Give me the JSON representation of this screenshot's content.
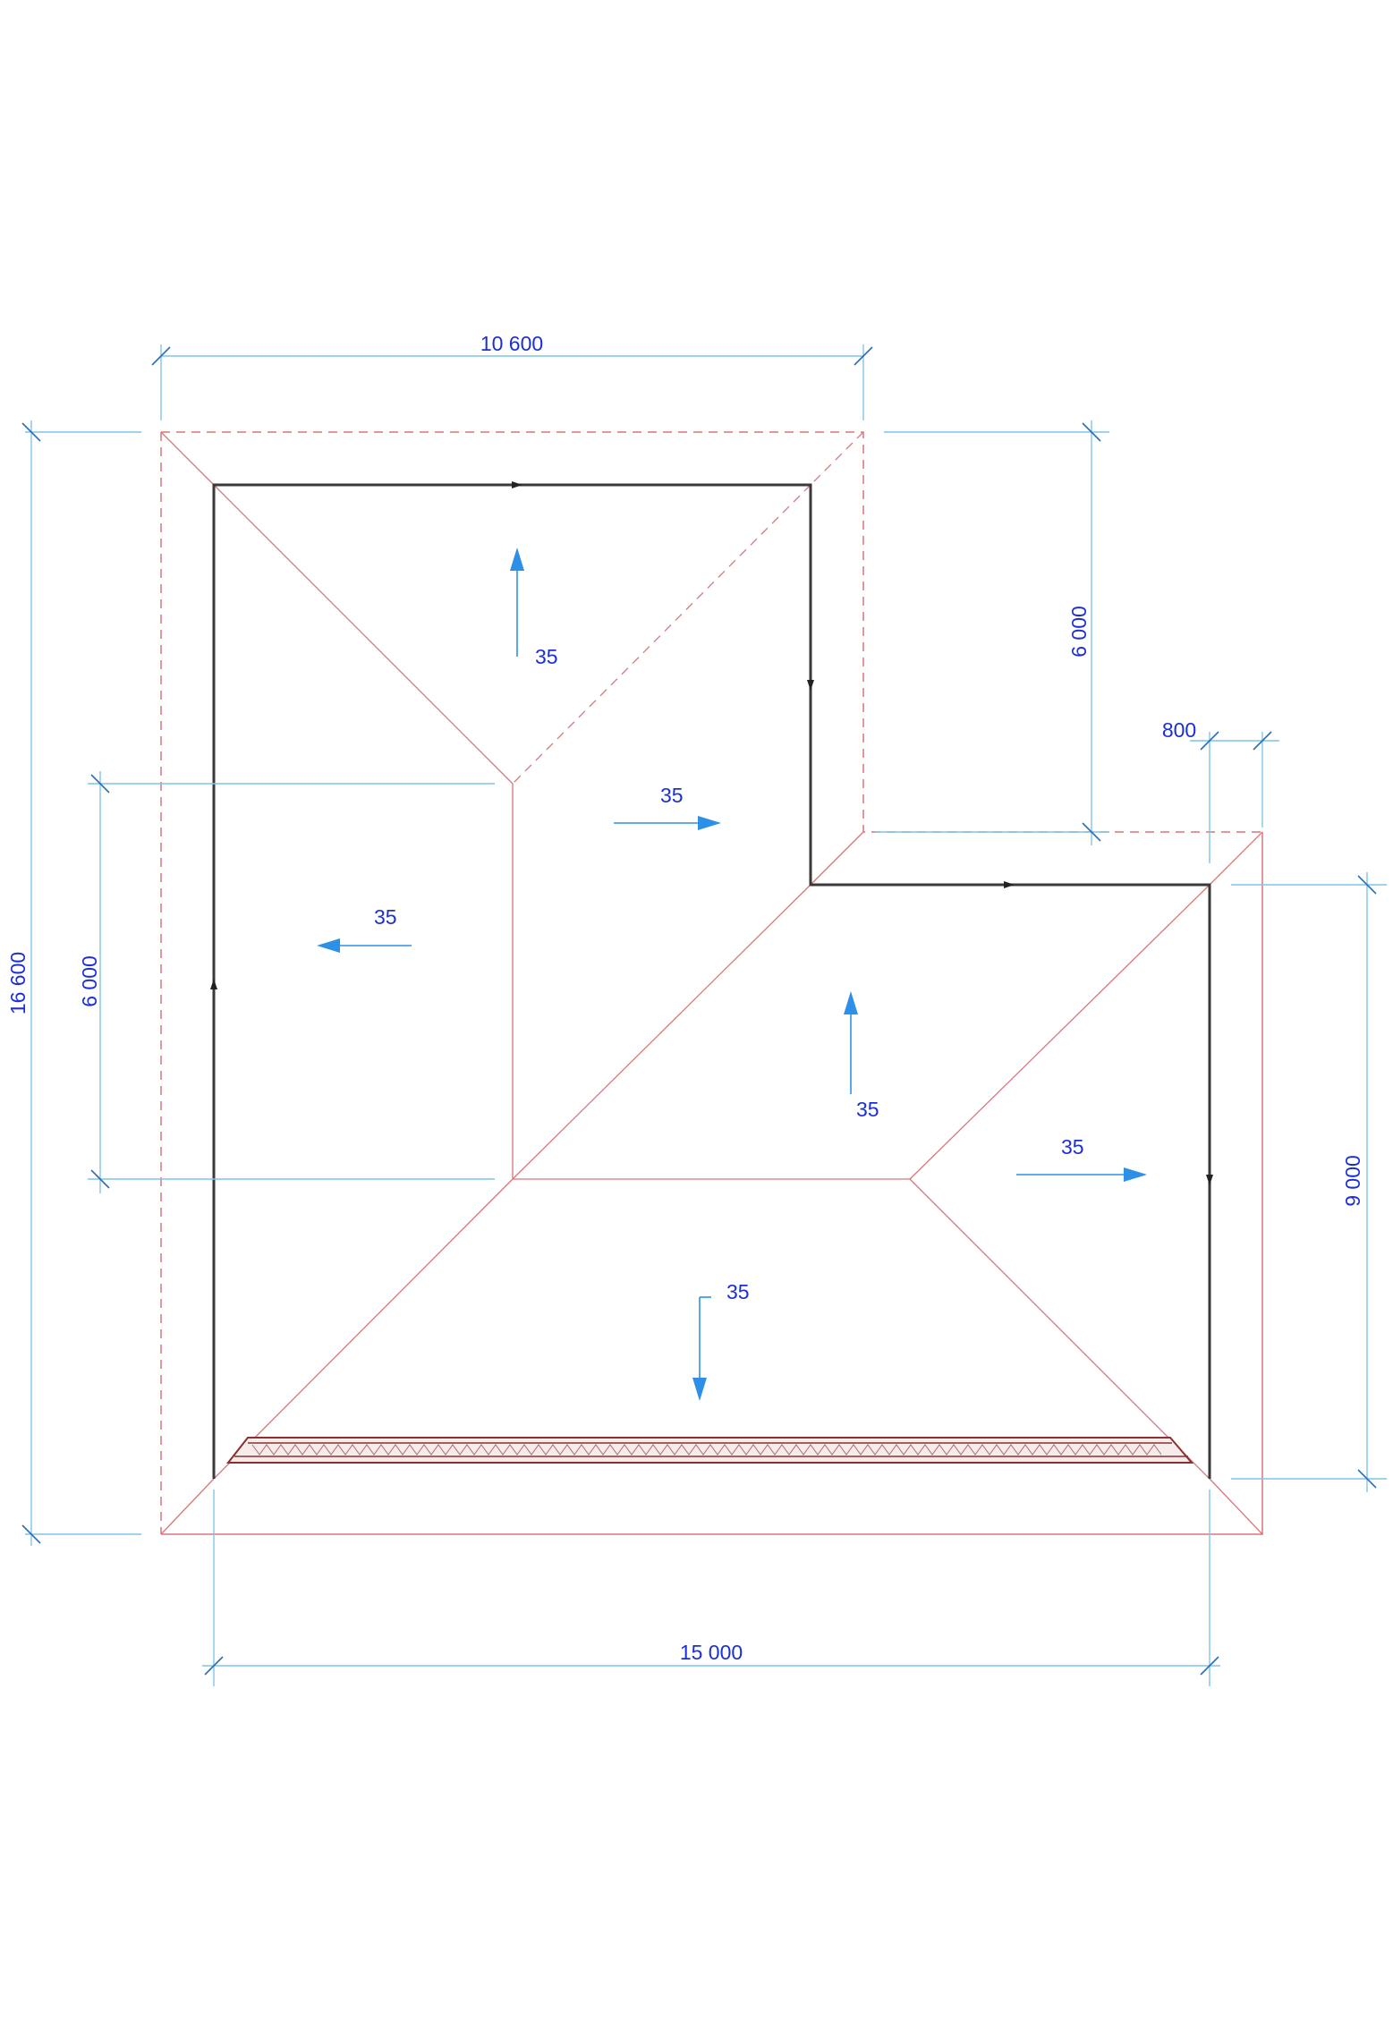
{
  "dimensions": {
    "top_width": "10 600",
    "upper_right_height": "6 000",
    "overhang": "800",
    "overall_height": "16 600",
    "inner_left_height": "6 000",
    "right_height": "9 000",
    "bottom_width": "15 000"
  },
  "slopes": [
    {
      "id": "top",
      "value": "35"
    },
    {
      "id": "middle-upper",
      "value": "35"
    },
    {
      "id": "left",
      "value": "35"
    },
    {
      "id": "center",
      "value": "35"
    },
    {
      "id": "right",
      "value": "35"
    },
    {
      "id": "bottom",
      "value": "35"
    }
  ],
  "colors": {
    "dimension_text": "#1c2fd6",
    "dimension_line": "#7fc4ea",
    "roof_outline": "#d9777a",
    "wall_outline": "#3a3a3a",
    "slope_arrow": "#2e8fe6",
    "gutter": "#8b2f2f"
  }
}
